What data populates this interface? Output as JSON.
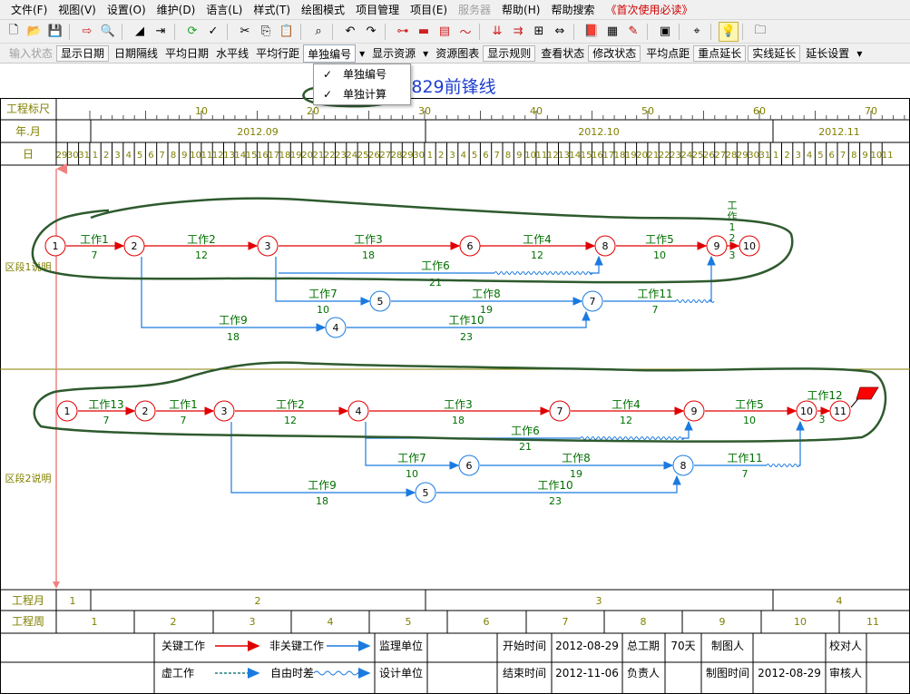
{
  "menu": [
    "文件(F)",
    "视图(V)",
    "设置(O)",
    "维护(D)",
    "语言(L)",
    "样式(T)",
    "绘图模式",
    "项目管理",
    "项目(E)",
    "服务器",
    "帮助(H)",
    "帮助搜索",
    "《首次使用必读》"
  ],
  "toolbar_icons": [
    "new-file-icon",
    "open-folder-icon",
    "save-icon",
    "export-icon",
    "print-preview-icon",
    "draw-line-icon",
    "indent-icon",
    "refresh-icon",
    "check-icon",
    "cut-icon",
    "copy-icon",
    "paste-icon",
    "find-icon",
    "undo-icon",
    "redo-icon",
    "network-icon",
    "bar-chart-icon",
    "table-icon",
    "curve-icon",
    "align-icon",
    "distribute-icon",
    "layout-icon",
    "spacing-icon",
    "book-icon",
    "calendar-icon",
    "edit-icon",
    "monitor-icon",
    "crosshair-icon",
    "lightbulb-icon",
    "folder-lock-icon"
  ],
  "toolbar2": {
    "input_state": "输入状态",
    "show_date": "显示日期",
    "date_gridline": "日期隔线",
    "avg_date": "平均日期",
    "horizontal_line": "水平线",
    "avg_row_spacing": "平均行距",
    "single_number": "单独编号",
    "show_resource": "显示资源",
    "resource_chart": "资源图表",
    "show_rules": "显示规则",
    "view_state": "查看状态",
    "modify_state": "修改状态",
    "avg_point_distance": "平均点距",
    "key_extension": "重点延长",
    "solid_extension": "实线延长",
    "extension_settings": "延长设置"
  },
  "dropdown": {
    "items": [
      {
        "label": "单独编号",
        "checked": true
      },
      {
        "label": "单独计算",
        "checked": true
      }
    ]
  },
  "chart": {
    "title": "829前锋线",
    "scale_label": "工程标尺",
    "scale_ticks": [
      "10",
      "20",
      "30",
      "40",
      "50",
      "60",
      "70"
    ],
    "yearmonth_label": "年.月",
    "months": [
      "2012.09",
      "2012.10",
      "2012.11"
    ],
    "day_label": "日",
    "days": [
      "29",
      "30",
      "31",
      "1",
      "2",
      "3",
      "4",
      "5",
      "6",
      "7",
      "8",
      "9",
      "10",
      "11",
      "12",
      "13",
      "14",
      "15",
      "16",
      "17",
      "18",
      "19",
      "20",
      "21",
      "22",
      "23",
      "24",
      "25",
      "26",
      "27",
      "28",
      "29",
      "30",
      "1",
      "2",
      "3",
      "4",
      "5",
      "6",
      "7",
      "8",
      "9",
      "10",
      "11",
      "12",
      "13",
      "14",
      "15",
      "16",
      "17",
      "18",
      "19",
      "20",
      "21",
      "22",
      "23",
      "24",
      "25",
      "26",
      "27",
      "28",
      "29",
      "30",
      "31",
      "1",
      "2",
      "3",
      "4",
      "5",
      "6",
      "7",
      "8",
      "9",
      "10",
      "11"
    ],
    "section1_label": "区段1说明",
    "section2_label": "区段2说明",
    "month_row_label": "工程月",
    "project_months": [
      "1",
      "2",
      "3",
      "4"
    ],
    "week_row_label": "工程周",
    "project_weeks": [
      "1",
      "2",
      "3",
      "4",
      "5",
      "6",
      "7",
      "8",
      "9",
      "10",
      "11"
    ],
    "section1": {
      "nodes": [
        "1",
        "2",
        "3",
        "6",
        "8",
        "9",
        "10",
        "5",
        "7",
        "4"
      ],
      "tasks": [
        {
          "name": "工作1",
          "duration": "7"
        },
        {
          "name": "工作2",
          "duration": "12"
        },
        {
          "name": "工作3",
          "duration": "18"
        },
        {
          "name": "工作4",
          "duration": "12"
        },
        {
          "name": "工作5",
          "duration": "10"
        },
        {
          "name": "工作6",
          "duration": "21"
        },
        {
          "name": "工作7",
          "duration": "10"
        },
        {
          "name": "工作8",
          "duration": "19"
        },
        {
          "name": "工作11",
          "duration": "7"
        },
        {
          "name": "工作9",
          "duration": "18"
        },
        {
          "name": "工作10",
          "duration": "23"
        },
        {
          "name": "工作12",
          "duration": "3"
        }
      ]
    },
    "section2": {
      "nodes": [
        "1",
        "2",
        "3",
        "4",
        "7",
        "9",
        "10",
        "11",
        "6",
        "8",
        "5"
      ],
      "tasks": [
        {
          "name": "工作13",
          "duration": "7"
        },
        {
          "name": "工作1",
          "duration": "7"
        },
        {
          "name": "工作2",
          "duration": "12"
        },
        {
          "name": "工作3",
          "duration": "18"
        },
        {
          "name": "工作4",
          "duration": "12"
        },
        {
          "name": "工作5",
          "duration": "10"
        },
        {
          "name": "工作12",
          "duration": "3"
        },
        {
          "name": "工作6",
          "duration": "21"
        },
        {
          "name": "工作7",
          "duration": "10"
        },
        {
          "name": "工作8",
          "duration": "19"
        },
        {
          "name": "工作11",
          "duration": "7"
        },
        {
          "name": "工作9",
          "duration": "18"
        },
        {
          "name": "工作10",
          "duration": "23"
        }
      ]
    },
    "legend": {
      "critical": "关键工作",
      "non_critical": "非关键工作",
      "dummy": "虚工作",
      "free_float": "自由时差",
      "supervisor": "监理单位",
      "designer": "设计单位",
      "start_time_label": "开始时间",
      "start_time": "2012-08-29",
      "end_time_label": "结束时间",
      "end_time": "2012-11-06",
      "total_duration_label": "总工期",
      "total_duration": "70天",
      "responsible_label": "负责人",
      "drawer_label": "制图人",
      "drawing_time_label": "制图时间",
      "drawing_time": "2012-08-29",
      "proofreader_label": "校对人",
      "reviewer_label": "审核人"
    },
    "colors": {
      "critical": "#e00000",
      "noncritical": "#1a7ae0",
      "label": "#808000",
      "task_text": "#007000",
      "annotation": "#2e5a2e",
      "title": "#1f3fd0"
    }
  }
}
